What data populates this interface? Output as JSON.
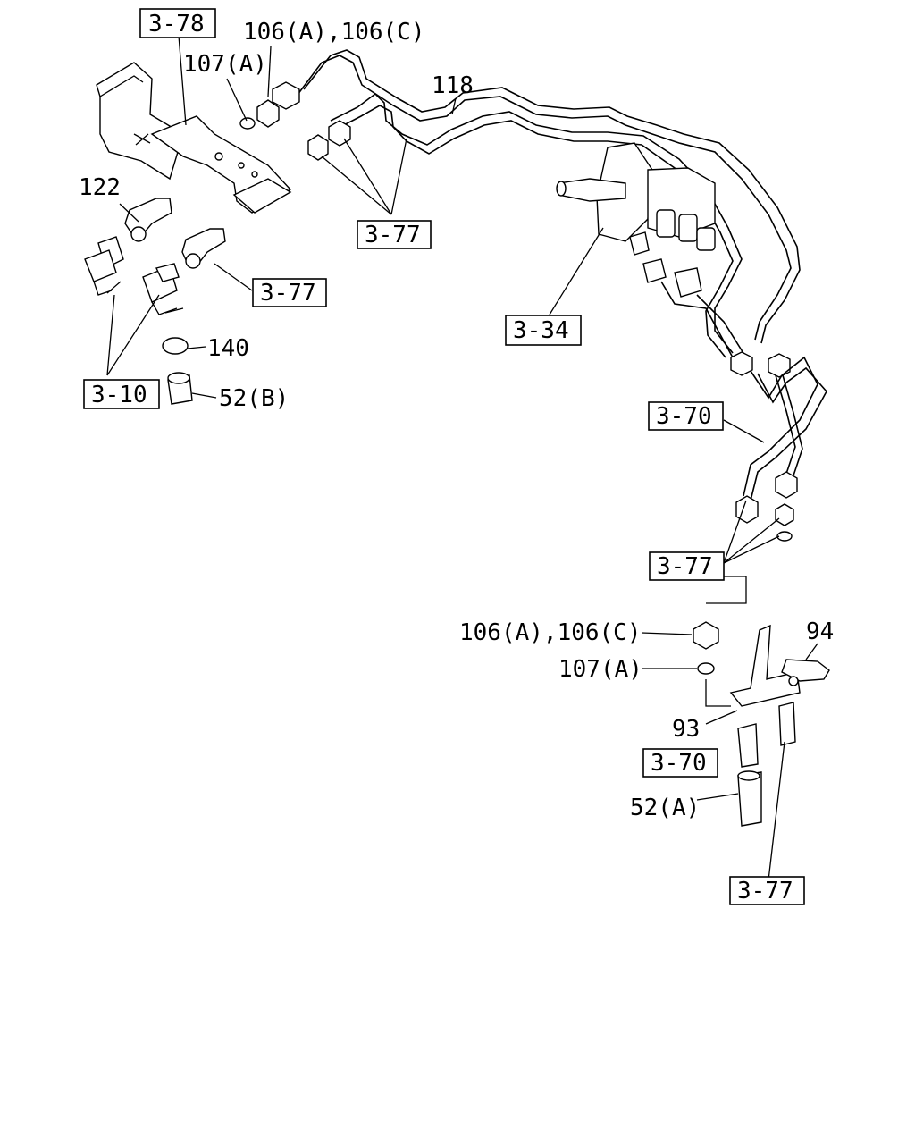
{
  "callouts": {
    "p106_top": "106(A),106(C)",
    "p107_top": "107(A)",
    "p118": "118",
    "p122": "122",
    "p140": "140",
    "p52b": "52(B)",
    "p106_bottom": "106(A),106(C)",
    "p107_bottom": "107(A)",
    "p94": "94",
    "p93": "93",
    "p52a": "52(A)"
  },
  "refs": {
    "r378": "3-78",
    "r377_top": "3-77",
    "r377_left": "3-77",
    "r334": "3-34",
    "r310": "3-10",
    "r370_top": "3-70",
    "r377_mid": "3-77",
    "r370_bottom": "3-70",
    "r377_bottom": "3-77"
  }
}
